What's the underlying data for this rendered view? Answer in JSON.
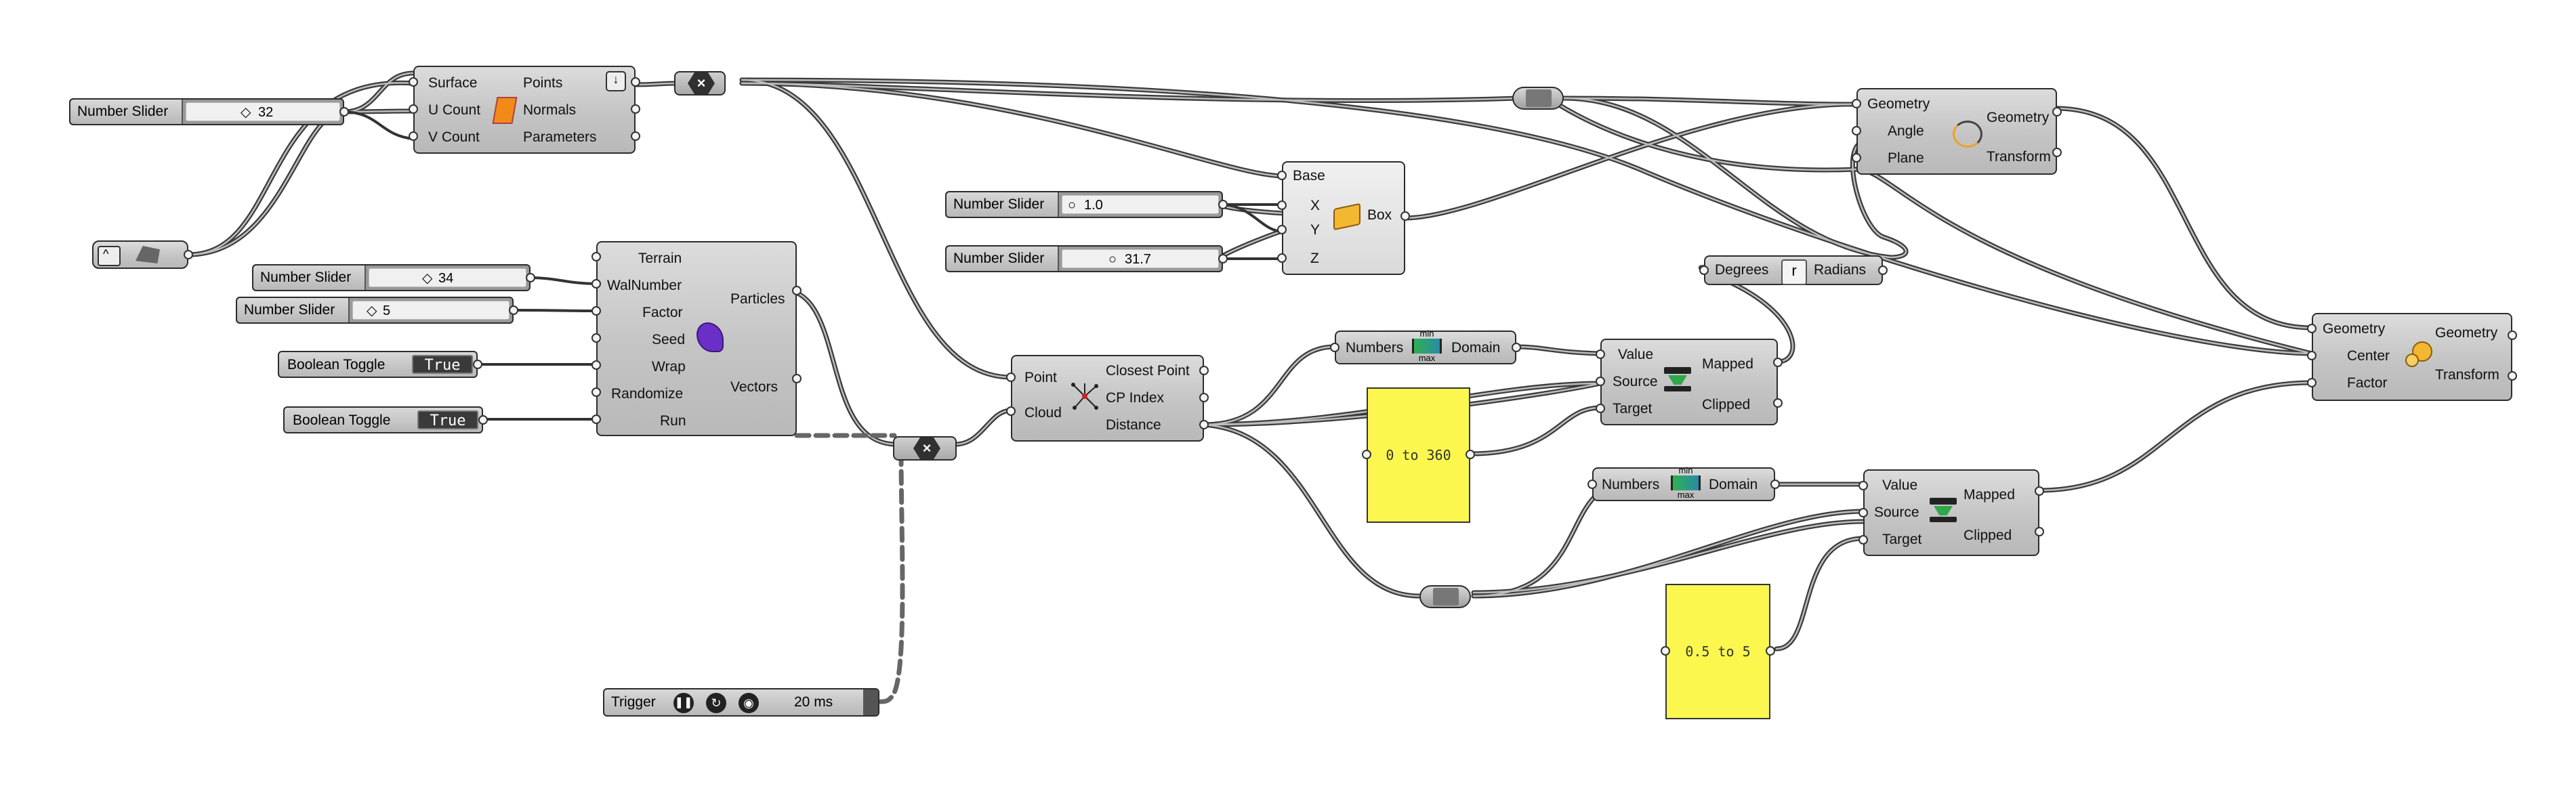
{
  "sliders": {
    "ucount": {
      "name": "Number Slider",
      "value": "32"
    },
    "walknumber": {
      "name": "Number Slider",
      "value": "34"
    },
    "factor": {
      "name": "Number Slider",
      "value": "5"
    },
    "boxx": {
      "name": "Number Slider",
      "value": "1.0"
    },
    "boxz": {
      "name": "Number Slider",
      "value": "31.7"
    }
  },
  "toggles": {
    "wrap": {
      "name": "Boolean Toggle",
      "value": "True"
    },
    "run": {
      "name": "Boolean Toggle",
      "value": "True"
    }
  },
  "trigger": {
    "name": "Trigger",
    "interval": "20 ms"
  },
  "divide": {
    "inputs": [
      "Surface",
      "U Count",
      "V Count"
    ],
    "outputs": [
      "Points",
      "Normals",
      "Parameters"
    ]
  },
  "walker": {
    "inputs": [
      "Terrain",
      "WalNumber",
      "Factor",
      "Seed",
      "Wrap",
      "Randomize",
      "Run"
    ],
    "outputs": [
      "Particles",
      "Vectors"
    ]
  },
  "box": {
    "inputs": [
      "Base",
      "X",
      "Y",
      "Z"
    ],
    "output": "Box"
  },
  "rotate": {
    "inputs": [
      "Geometry",
      "Angle",
      "Plane"
    ],
    "outputs": [
      "Geometry",
      "Transform"
    ]
  },
  "degrees": {
    "input": "Degrees",
    "output": "Radians"
  },
  "closest": {
    "inputs": [
      "Point",
      "Cloud"
    ],
    "outputs": [
      "Closest Point",
      "CP Index",
      "Distance"
    ]
  },
  "bounds1": {
    "input": "Numbers",
    "output": "Domain",
    "icon_top": "min",
    "icon_bot": "max"
  },
  "bounds2": {
    "input": "Numbers",
    "output": "Domain",
    "icon_top": "min",
    "icon_bot": "max"
  },
  "remap1": {
    "inputs": [
      "Value",
      "Source",
      "Target"
    ],
    "outputs": [
      "Mapped",
      "Clipped"
    ]
  },
  "remap2": {
    "inputs": [
      "Value",
      "Source",
      "Target"
    ],
    "outputs": [
      "Mapped",
      "Clipped"
    ]
  },
  "scale": {
    "inputs": [
      "Geometry",
      "Center",
      "Factor"
    ],
    "outputs": [
      "Geometry",
      "Transform"
    ]
  },
  "panels": {
    "p1": "0 to 360",
    "p2": "0.5 to 5"
  },
  "colors": {
    "panel": "#fbf74f",
    "canvas": "#ffffff",
    "component": "#c8c8c8",
    "wire": "#4a4a4a"
  }
}
